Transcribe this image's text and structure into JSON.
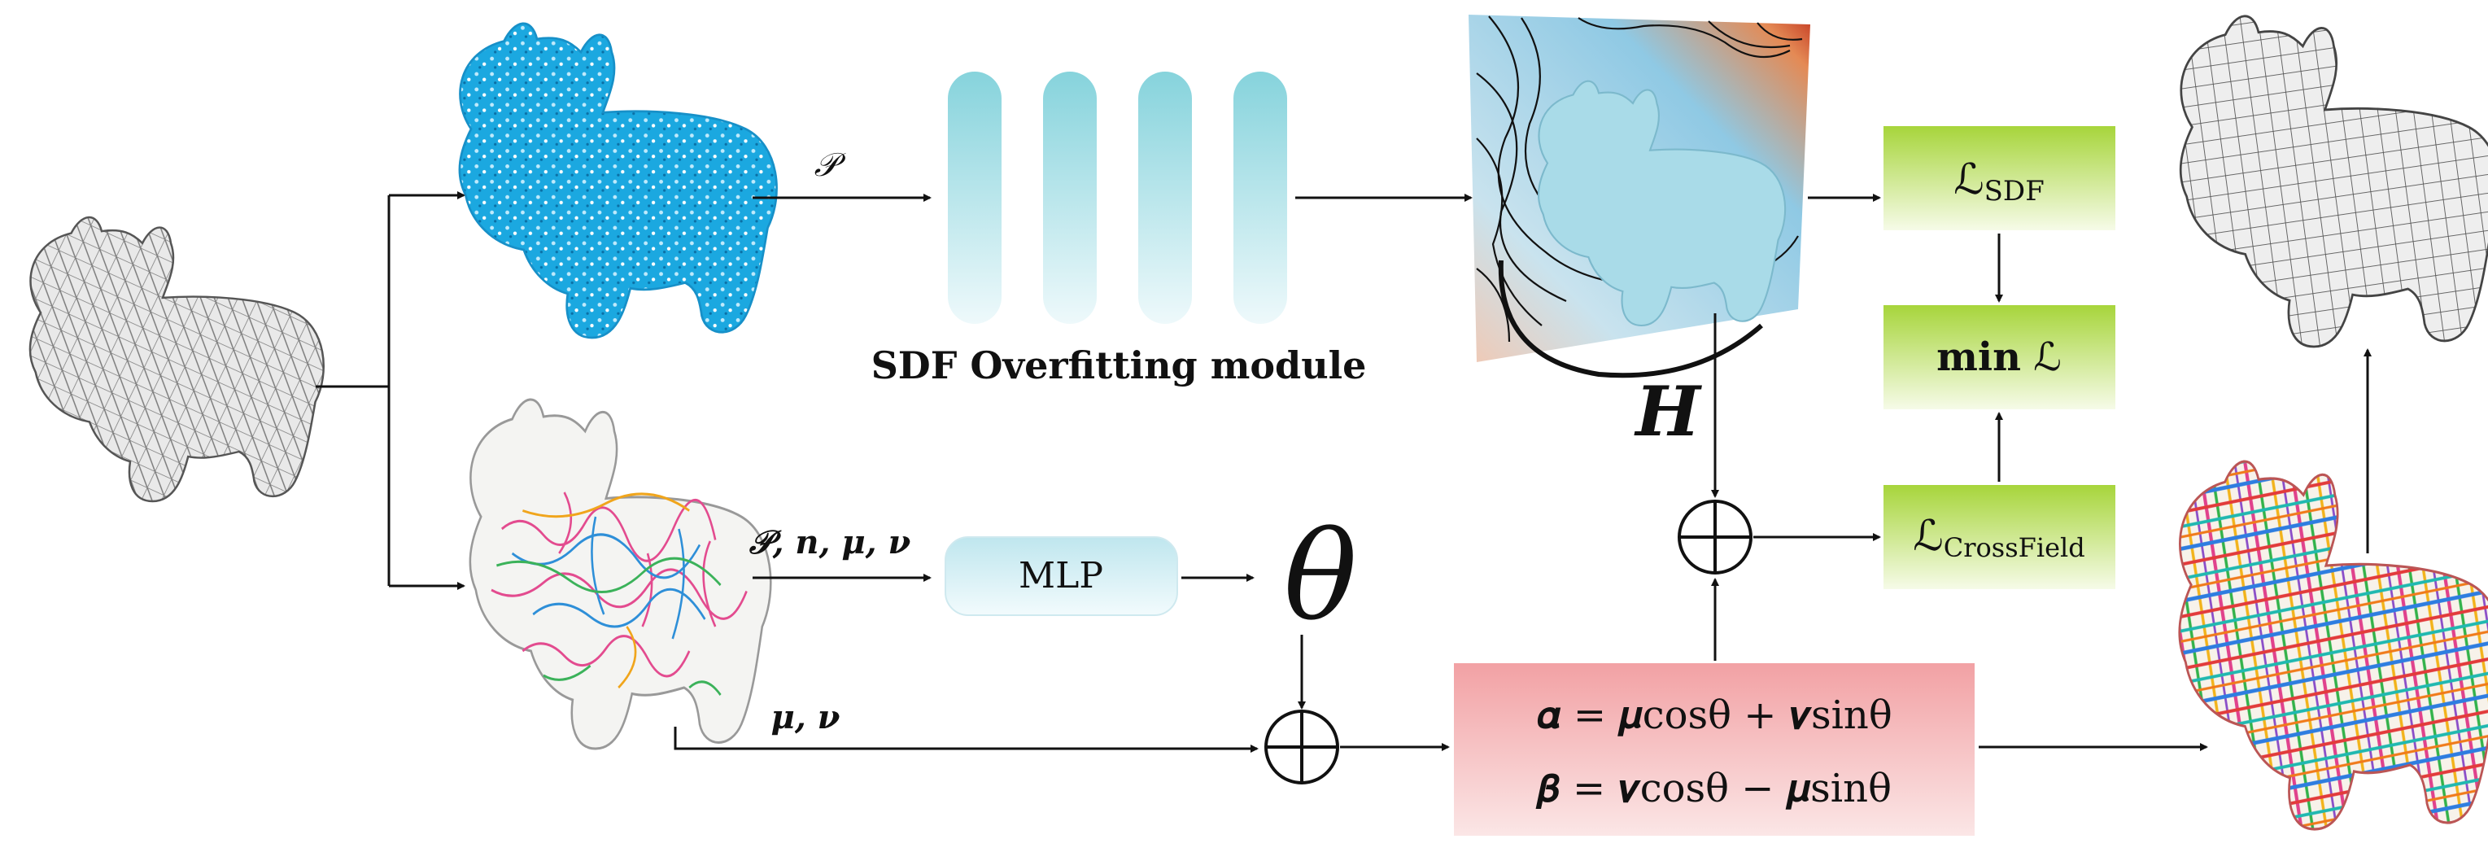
{
  "edges": {
    "points_label": "𝒫",
    "mlp_inputs_label": "𝒫, 𝒏, 𝝁, 𝝂",
    "mu_nu_label": "𝝁, 𝝂",
    "hessian_label": "𝑯"
  },
  "sdf_module": {
    "caption": "SDF Overfitting module"
  },
  "mlp": {
    "label": "MLP"
  },
  "theta": {
    "symbol": "θ"
  },
  "loss": {
    "sdf_script": "ℒ",
    "sdf_sub": "SDF",
    "min_text": "min",
    "min_script": "ℒ",
    "crossfield_script": "ℒ",
    "crossfield_sub": "CrossField"
  },
  "formula": {
    "alpha": "𝜶 = 𝝁cosθ + 𝝂sinθ",
    "beta": "𝜷 = 𝝂cosθ − 𝝁sinθ"
  },
  "colors": {
    "sdf_bar_top": "#86d3dc",
    "sdf_bar_bottom": "#eef9fb",
    "mlp_top": "#bfe6ee",
    "mlp_bottom": "#f2fbfd",
    "loss_top": "#a7d53b",
    "loss_bottom": "#f6fbe8",
    "formula_top": "#f2a1a4",
    "formula_bottom": "#fbe6e6",
    "point_cloud": "#1ba8e0",
    "sdf_surface": "#a9dbe8"
  }
}
